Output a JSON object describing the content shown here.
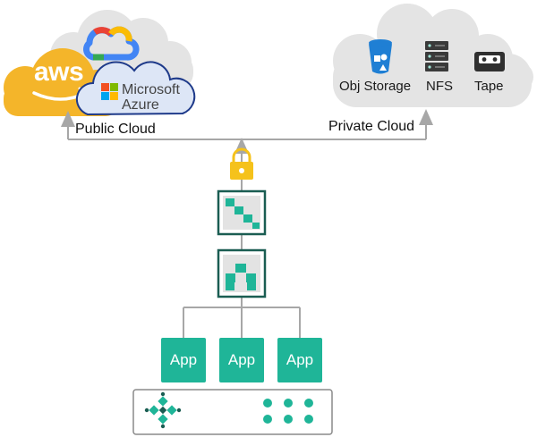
{
  "public_cloud": {
    "label": "Public Cloud",
    "providers": {
      "aws": "aws",
      "azure_line1": "Microsoft",
      "azure_line2": "Azure",
      "google_icon": "google-cloud-icon"
    }
  },
  "private_cloud": {
    "label": "Private Cloud",
    "storage": [
      {
        "label": "Obj Storage",
        "icon": "bucket-icon"
      },
      {
        "label": "NFS",
        "icon": "server-rack-icon"
      },
      {
        "label": "Tape",
        "icon": "tape-cassette-icon"
      }
    ]
  },
  "apps": [
    {
      "label": "App"
    },
    {
      "label": "App"
    },
    {
      "label": "App"
    }
  ],
  "colors": {
    "teal": "#1fb598",
    "dark_teal": "#1a5d52",
    "lock": "#f5c21b",
    "aws_orange": "#f4b52a",
    "azure_fill": "#dde6f6",
    "cloud_gray": "#e4e4e4",
    "line_gray": "#a7a7a7",
    "storage_blue": "#1f7fd4"
  }
}
